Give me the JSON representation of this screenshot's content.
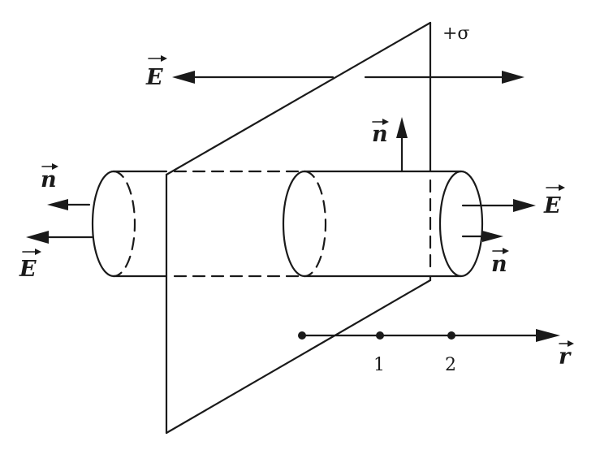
{
  "labels": {
    "charge": "+σ",
    "field_top": "E",
    "field_left": "E",
    "field_right": "E",
    "normal_top": "n",
    "normal_left": "n",
    "normal_right": "n",
    "axis": "r",
    "point_1": "1",
    "point_2": "2"
  },
  "colors": {
    "ink": "#1a1a1a",
    "background": "#ffffff"
  }
}
